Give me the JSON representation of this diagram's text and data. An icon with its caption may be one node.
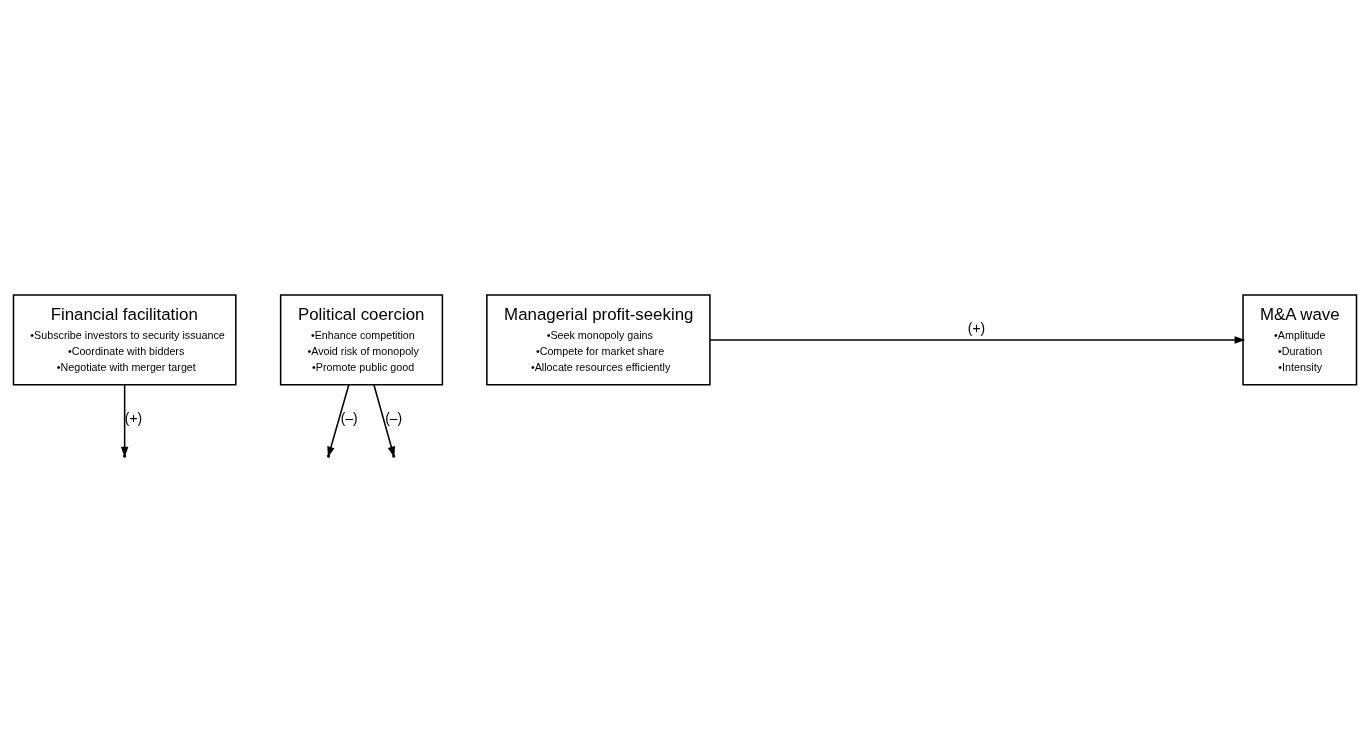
{
  "diagram": {
    "nodes": [
      {
        "text": [
          "Financial facilitation",
          "•Subscribe investors to security issuance",
          "•Coordinate with bidders",
          "•Negotiate with merger target"
        ]
      },
      {
        "text": [
          "Political coercion",
          "•Enhance competition",
          "•Avoid risk of monopoly",
          "•Promote public good"
        ]
      },
      {
        "text": [
          "Managerial profit-seeking",
          "•Seek monopoly gains",
          "•Compete for market share",
          "•Allocate resources efficiently"
        ]
      },
      {
        "text": [
          "M&A wave",
          "•Amplitude",
          "•Duration",
          "•Intensity"
        ]
      }
    ],
    "edges": [
      {
        "from": 2,
        "to": 3,
        "arrow": "to",
        "label": "(+)"
      },
      {
        "from": 0,
        "to": null,
        "arrow": "to",
        "label": "(+)"
      },
      {
        "from": 1,
        "to": null,
        "arrow": "to",
        "label": "(–)"
      },
      {
        "from": 1,
        "to": null,
        "arrow": "to",
        "label": "(–)"
      }
    ]
  }
}
